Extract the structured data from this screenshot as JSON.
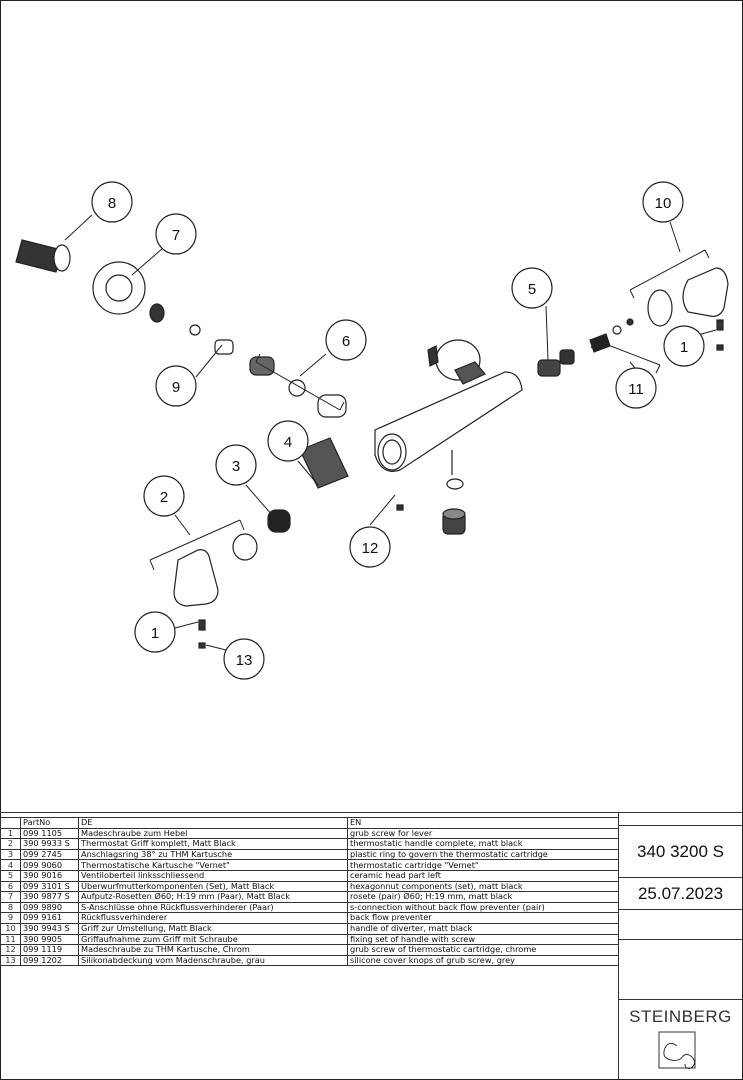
{
  "drawing": {
    "callouts": [
      "8",
      "7",
      "6",
      "9",
      "3",
      "4",
      "2",
      "12",
      "1",
      "13",
      "5",
      "10",
      "1",
      "11"
    ]
  },
  "parts_table": {
    "headers": [
      "",
      "PartNo",
      "DE",
      "EN"
    ],
    "rows": [
      [
        "1",
        "099 1105",
        "Madeschraube zum Hebel",
        "grub screw for lever"
      ],
      [
        "2",
        "390 9933 S",
        "Thermostat Griff komplett, Matt Black",
        "thermostatic handle complete, matt black"
      ],
      [
        "3",
        "099 2745",
        "Anschlagsring 38° zu THM Kartusche",
        "plastic ring to govern the thermostatic cartridge"
      ],
      [
        "4",
        "099 9060",
        "Thermostatische Kartusche \"Vernet\"",
        "thermostatic cartridge \"Vernet\""
      ],
      [
        "5",
        "390 9016",
        "Ventiloberteil linksschliessend",
        "ceramic head part left"
      ],
      [
        "6",
        "099 3101 S",
        "Überwurfmutterkomponenten (Set), Matt Black",
        "hexagonnut components (set), matt black"
      ],
      [
        "7",
        "390 9877 S",
        "Aufputz-Rosetten Ø60; H:19 mm (Paar), Matt Black",
        "rosete (pair) Ø60; H:19 mm, matt black"
      ],
      [
        "8",
        "099 9890",
        "S-Anschlüsse ohne Rückflussverhinderer (Paar)",
        "s-connection without back flow preventer (pair)"
      ],
      [
        "9",
        "099 9161",
        "Rückflussverhinderer",
        "back flow preventer"
      ],
      [
        "10",
        "390 9943 S",
        "Griff zur Umstellung, Matt Black",
        "handle of diverter, matt black"
      ],
      [
        "11",
        "390 9905",
        "Griffaufnahme zum Griff mit Schraube",
        "fixing set of handle with screw"
      ],
      [
        "12",
        "099 1119",
        "Madeschraube zu THM Kartusche, Chrom",
        "grub screw of thermostatic cartridge, chrome"
      ],
      [
        "13",
        "099 1202",
        "Silikonabdeckung vom Madenschraube, grau",
        "silicone cover knops of grub screw, grey"
      ]
    ]
  },
  "title_block": {
    "article_number": "340 3200 S",
    "date": "25.07.2023",
    "brand": "STEINBERG"
  }
}
